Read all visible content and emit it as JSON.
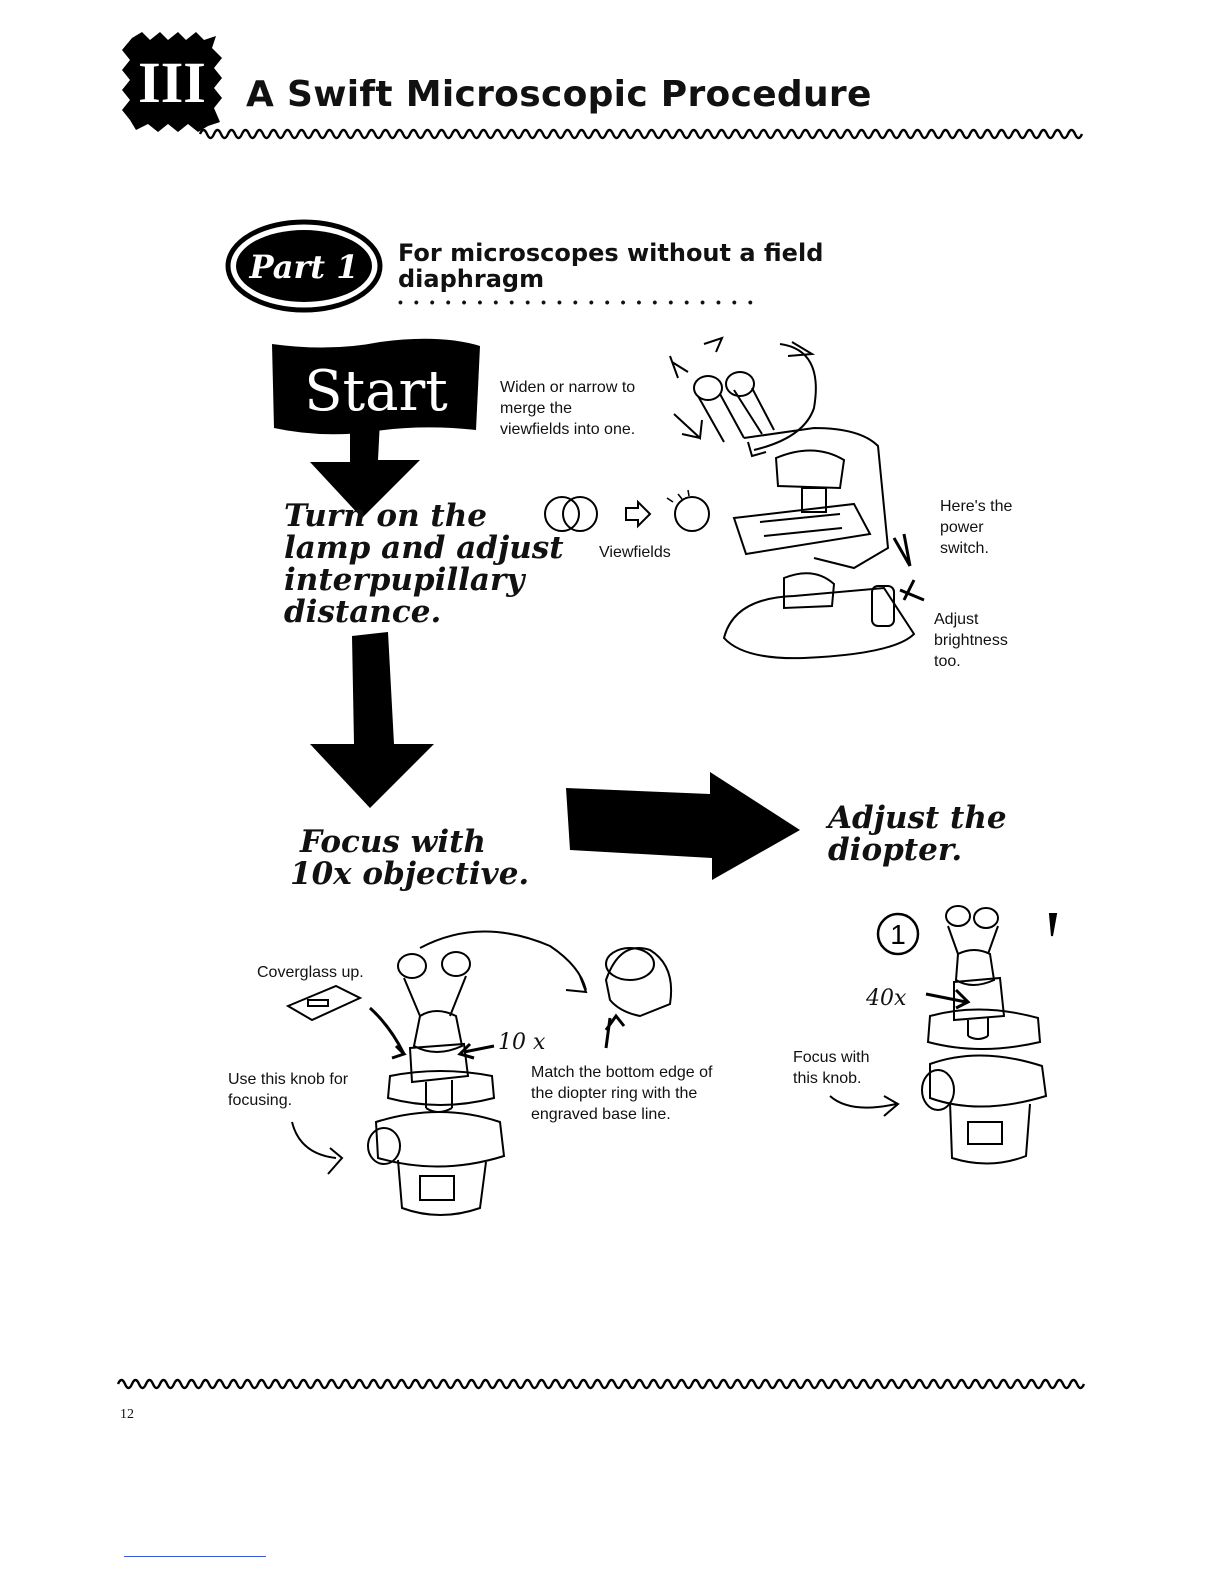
{
  "header": {
    "section_numeral": "III",
    "title": "A Swift Microscopic Procedure"
  },
  "part": {
    "badge": "Part 1",
    "subtitle_line1": "For microscopes without a field",
    "subtitle_line2": "diaphragm"
  },
  "start": {
    "label": "Start"
  },
  "step1": {
    "heading_line1": "Turn on the",
    "heading_line2": "lamp and adjust",
    "heading_line3": "interpupillary",
    "heading_line4": "distance.",
    "widen_line1": "Widen or narrow to",
    "widen_line2": "merge the",
    "widen_line3": "viewfields into one.",
    "viewfields_label": "Viewfields",
    "power_line1": "Here's the",
    "power_line2": "power",
    "power_line3": "switch.",
    "bright_line1": "Adjust",
    "bright_line2": "brightness",
    "bright_line3": "too."
  },
  "step2": {
    "heading_line1": "Focus with",
    "heading_line2": "10x objective.",
    "coverglass": "Coverglass up.",
    "knob_line1": "Use this knob for",
    "knob_line2": "focusing.",
    "objective_mark": "10 x",
    "match_line1": "Match the bottom edge of",
    "match_line2": "the diopter ring with the",
    "match_line3": "engraved base line."
  },
  "step3": {
    "heading_line1": "Adjust the",
    "heading_line2": "diopter.",
    "circled_number": "1",
    "objective_mark": "40x",
    "focus_line1": "Focus with",
    "focus_line2": "this knob."
  },
  "footer": {
    "page_number": "12"
  }
}
